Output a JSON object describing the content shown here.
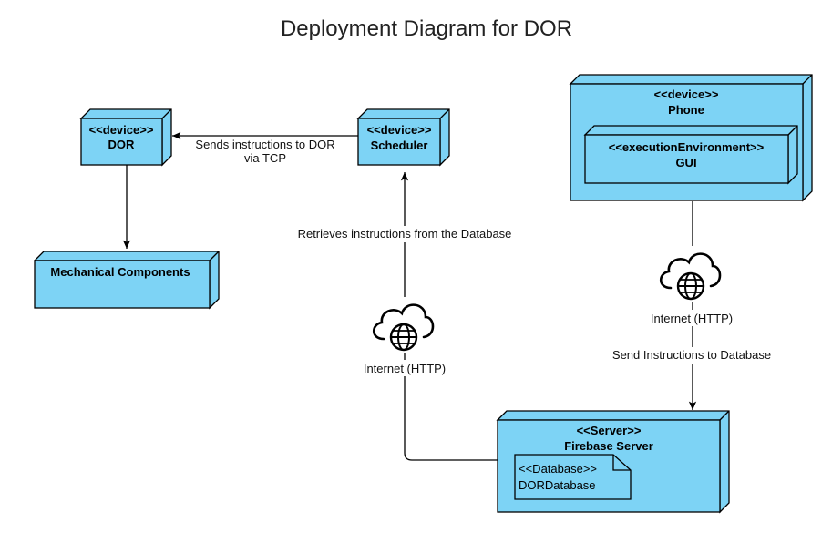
{
  "diagram": {
    "title": "Deployment Diagram for DOR",
    "colors": {
      "node_fill": "#7dd3f5",
      "node_stroke": "#000000",
      "line": "#000000"
    },
    "nodes": {
      "dor": {
        "stereotype": "<<device>>",
        "name": "DOR"
      },
      "scheduler": {
        "stereotype": "<<device>>",
        "name": "Scheduler"
      },
      "mechanical": {
        "name": "Mechanical Components"
      },
      "phone": {
        "stereotype": "<<device>>",
        "name": "Phone"
      },
      "gui": {
        "stereotype": "<<executionEnvironment>>",
        "name": "GUI"
      },
      "firebase": {
        "stereotype": "<<Server>>",
        "name": "Firebase Server"
      },
      "database": {
        "stereotype": "<<Database>>",
        "name": "DORDatabase"
      }
    },
    "edges": {
      "scheduler_to_dor": {
        "label_line1": "Sends instructions to DOR",
        "label_line2": "via TCP"
      },
      "firebase_to_scheduler": {
        "label": "Retrieves instructions from the Database"
      },
      "phone_to_firebase": {
        "label": "Send Instructions to Database"
      }
    },
    "clouds": {
      "left": {
        "icon": "cloud-globe-icon",
        "label": "Internet (HTTP)"
      },
      "right": {
        "icon": "cloud-globe-icon",
        "label": "Internet (HTTP)"
      }
    }
  }
}
